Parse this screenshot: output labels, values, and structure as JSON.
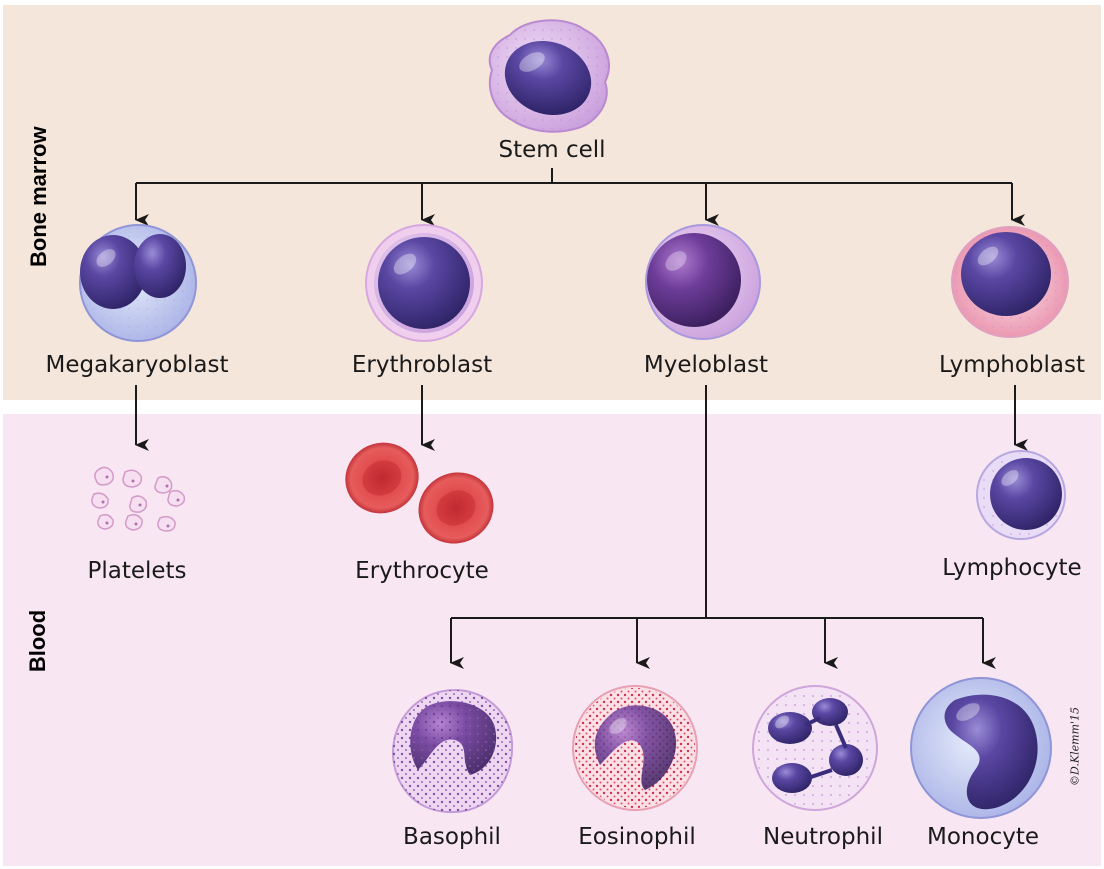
{
  "sections": {
    "bone_marrow": "Bone marrow",
    "blood": "Blood"
  },
  "cells": {
    "stem_cell": "Stem cell",
    "megakaryoblast": "Megakaryoblast",
    "erythroblast": "Erythroblast",
    "myeloblast": "Myeloblast",
    "lymphoblast": "Lymphoblast",
    "platelets": "Platelets",
    "erythrocyte": "Erythrocyte",
    "lymphocyte": "Lymphocyte",
    "basophil": "Basophil",
    "eosinophil": "Eosinophil",
    "neutrophil": "Neutrophil",
    "monocyte": "Monocyte"
  },
  "credit": "©D.Klemm'15",
  "colors": {
    "marrow_band": "#f5e6dc",
    "blood_band": "#f9e6f3",
    "arrow": "#1a1a1a",
    "nucleus": "#4b3a8f",
    "erythrocyte": "#e0474a"
  }
}
